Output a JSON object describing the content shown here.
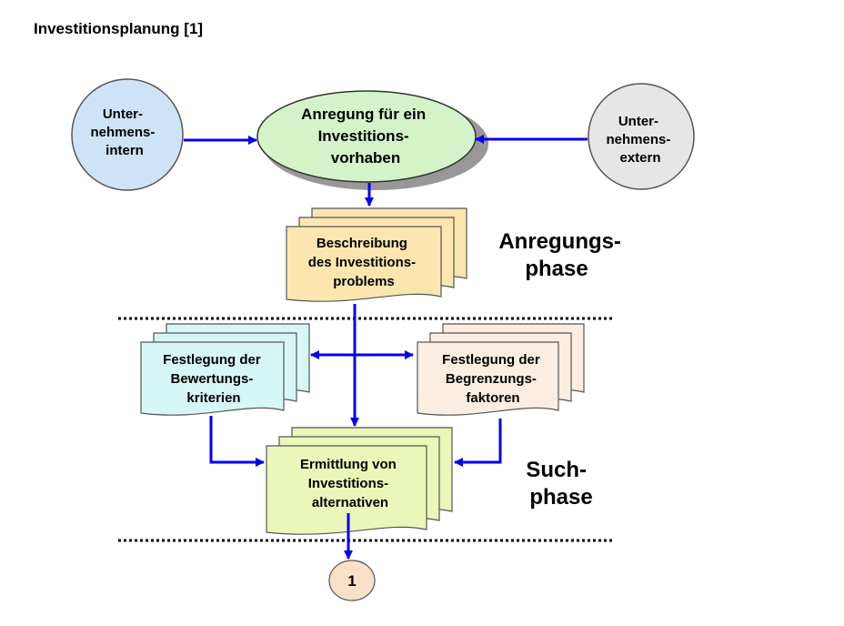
{
  "title": "Investitionsplanung [1]",
  "nodes": {
    "intern": [
      "Unter-",
      "nehmens-",
      "intern"
    ],
    "extern": [
      "Unter-",
      "nehmens-",
      "extern"
    ],
    "anregung": [
      "Anregung für ein",
      "Investitions-",
      "vorhaben"
    ],
    "beschreibung": [
      "Beschreibung",
      "des Investitions-",
      "problems"
    ],
    "bewertung": [
      "Festlegung der",
      "Bewertungs-",
      "kriterien"
    ],
    "begrenzung": [
      "Festlegung der",
      "Begrenzungs-",
      "faktoren"
    ],
    "ermittlung": [
      "Ermittlung von",
      "Investitions-",
      "alternativen"
    ],
    "connector": "1"
  },
  "phases": {
    "anregung": [
      "Anregungs-",
      "phase"
    ],
    "such": [
      "Such-",
      "phase"
    ]
  },
  "colors": {
    "arrow": "#0000ee",
    "intern_fill": "#cfe3f7",
    "extern_fill": "#e6e6e6",
    "anregung_fill": "#d4f3c9",
    "beschreibung_fill": "#fbe6b0",
    "bewertung_fill": "#d6f7f5",
    "begrenzung_fill": "#fbeee0",
    "ermittlung_fill": "#eaf7b8",
    "connector_fill": "#fbe0c8"
  }
}
